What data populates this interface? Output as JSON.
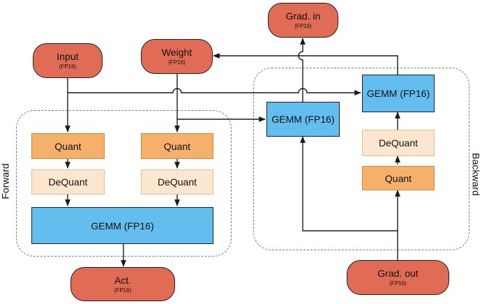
{
  "regions": {
    "forward_label": "Forward",
    "backward_label": "Backward"
  },
  "nodes": {
    "input": {
      "main": "Input",
      "sub": "(FP16)"
    },
    "weight": {
      "main": "Weight",
      "sub": "(FP16)"
    },
    "grad_in": {
      "main": "Grad. in",
      "sub": "(FP16)"
    },
    "act": {
      "main": "Act.",
      "sub": "(FP16)"
    },
    "grad_out": {
      "main": "Grad. out",
      "sub": "(FP16)"
    },
    "quant_input": "Quant",
    "quant_weight": "Quant",
    "dequant_input": "DeQuant",
    "dequant_weight": "DeQuant",
    "gemm_forward": "GEMM (FP16)",
    "gemm_backward_left": "GEMM (FP16)",
    "gemm_backward_right": "GEMM (FP16)",
    "dequant_backward": "DeQuant",
    "quant_backward": "Quant"
  },
  "colors": {
    "terminal": "#e06c55",
    "quant": "#f5b06c",
    "dequant": "#fde6cf",
    "gemm": "#63bdee",
    "line": "#1a1a1a",
    "region_border": "#7a7a7a"
  }
}
